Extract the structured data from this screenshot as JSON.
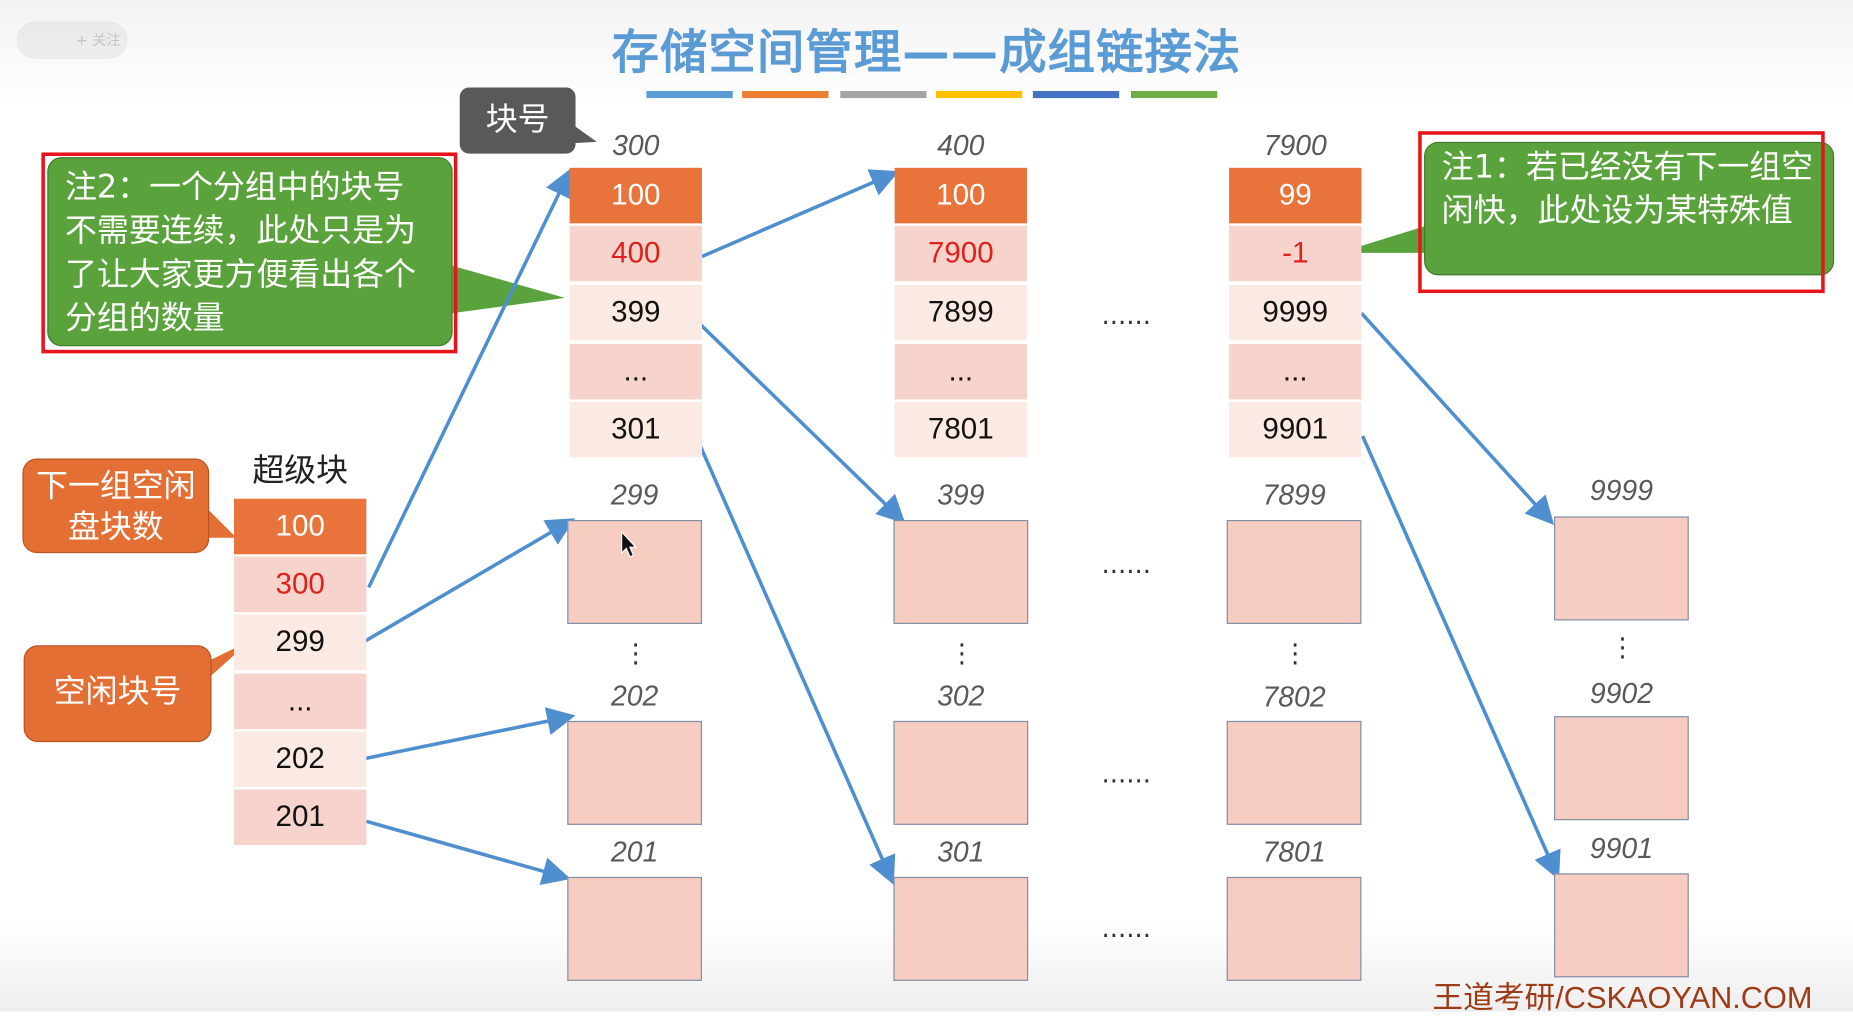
{
  "title": "存储空间管理——成组链接法",
  "title_bar_colors": [
    "#5b9bd5",
    "#ed7d31",
    "#a5a5a5",
    "#ffc000",
    "#4472c4",
    "#70ad47"
  ],
  "watermark": {
    "follow": "+ 关注",
    "footer": "王道考研/CSKAOYAN.COM"
  },
  "block_no_callout": "块号",
  "superblock": {
    "label": "超级块",
    "cells": [
      "100",
      "300",
      "299",
      "...",
      "202",
      "201"
    ]
  },
  "callouts": {
    "next_count": "下一组空闲盘块数",
    "free_no": "空闲块号"
  },
  "note2": "注2：一个分组中的块号不需要连续，此处只是为了让大家更方便看出各个分组的数量",
  "note1": "注1：若已经没有下一组空闲快，此处设为某特殊值",
  "groups": [
    {
      "label": "300",
      "cells": [
        "100",
        "400",
        "399",
        "...",
        "301"
      ]
    },
    {
      "label": "400",
      "cells": [
        "100",
        "7900",
        "7899",
        "...",
        "7801"
      ]
    },
    {
      "label": "7900",
      "cells": [
        "99",
        "-1",
        "9999",
        "...",
        "9901"
      ]
    }
  ],
  "ellipsis": "......",
  "vellipsis": "⋮",
  "free_blocks": [
    [
      "299",
      "202",
      "201"
    ],
    [
      "399",
      "302",
      "301"
    ],
    [
      "7899",
      "7802",
      "7801"
    ],
    [
      "9999",
      "9902",
      "9901"
    ]
  ],
  "colors": {
    "arrow": "#4f8fcf",
    "orange": "#e8743b",
    "green": "#5aa33c",
    "highlight": "#e8141b"
  }
}
